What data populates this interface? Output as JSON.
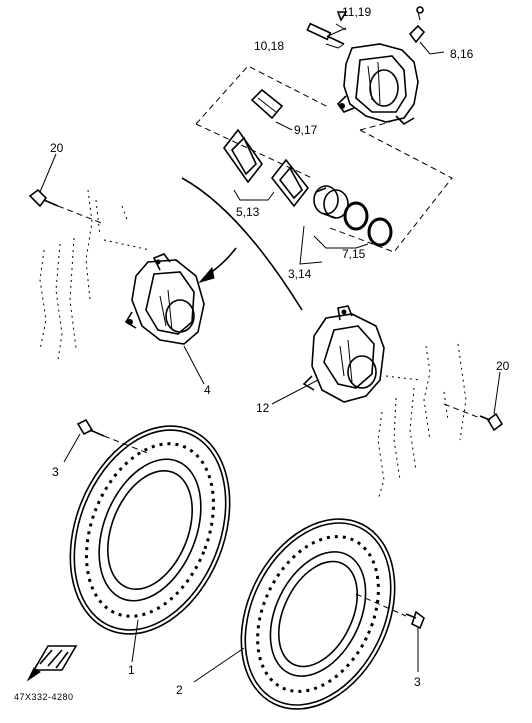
{
  "diagram": {
    "labels": {
      "p1": "1",
      "p2": "2",
      "p3a": "3",
      "p3b": "3",
      "p4": "4",
      "p12": "12",
      "p20a": "20",
      "p20b": "20",
      "p5_13": "5,13",
      "p7_15": "7,15",
      "p8_16": "8,16",
      "p9_17": "9,17",
      "p10_18": "10,18",
      "p11_19": "11,19",
      "p3_14": "3,14"
    },
    "code": "47X332-4280"
  }
}
